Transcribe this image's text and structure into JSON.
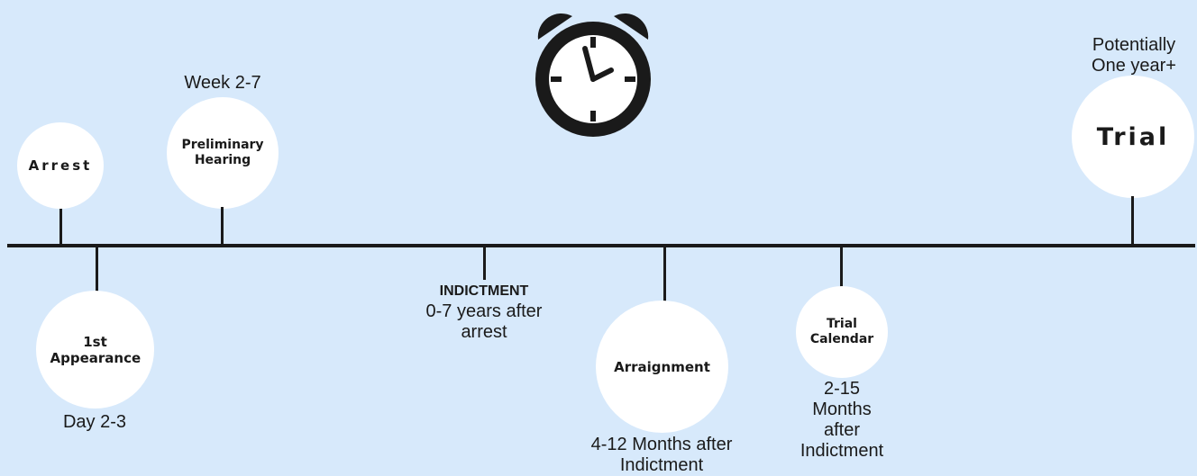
{
  "colors": {
    "background": "#d7e9fb",
    "line": "#1a1a1a",
    "circle": "#ffffff"
  },
  "clock": {
    "icon": "alarm-clock-icon"
  },
  "events": {
    "arrest": {
      "title": "Arrest"
    },
    "first_appearance": {
      "title": "1st Appearance",
      "timing": "Day 2-3"
    },
    "preliminary_hearing": {
      "title": "Preliminary Hearing",
      "timing": "Week 2-7"
    },
    "indictment": {
      "title": "INDICTMENT",
      "timing": "0-7 years after arrest"
    },
    "arraignment": {
      "title": "Arraignment",
      "timing": "4-12 Months after Indictment"
    },
    "trial_calendar": {
      "title": "Trial Calendar",
      "timing": "2-15 Months after Indictment"
    },
    "trial": {
      "title": "Trial",
      "timing": "Potentially One year+"
    }
  }
}
